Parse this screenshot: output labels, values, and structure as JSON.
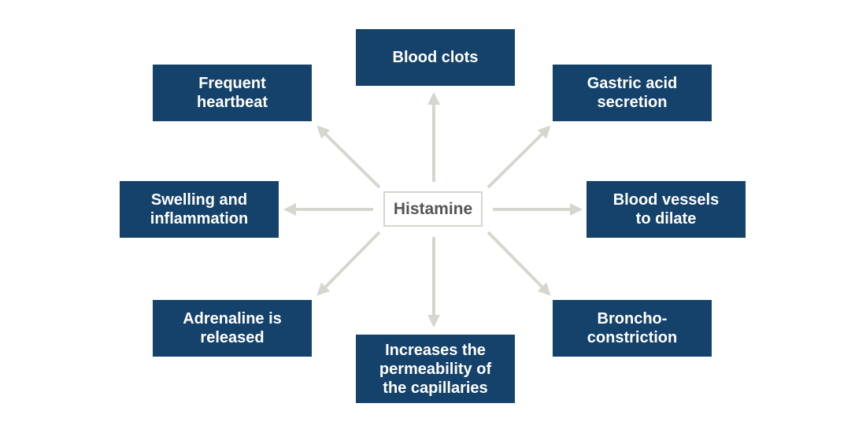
{
  "center": {
    "label": "Histamine"
  },
  "effects": [
    {
      "id": "blood-clots",
      "label": "Blood clots"
    },
    {
      "id": "frequent-heartbeat",
      "label": "Frequent\nheartbeat"
    },
    {
      "id": "gastric-acid",
      "label": "Gastric acid\nsecretion"
    },
    {
      "id": "swelling",
      "label": "Swelling and\ninflammation"
    },
    {
      "id": "vessels-dilate",
      "label": "Blood vessels\nto dilate"
    },
    {
      "id": "adrenaline",
      "label": "Adrenaline is\nreleased"
    },
    {
      "id": "permeability",
      "label": "Increases the\npermeability of\nthe capillaries"
    },
    {
      "id": "bronchoconstriction",
      "label": "Broncho-\nconstriction"
    }
  ],
  "colors": {
    "node": "#15426b",
    "arrow": "#d6d6cf",
    "center_text": "#555555"
  }
}
